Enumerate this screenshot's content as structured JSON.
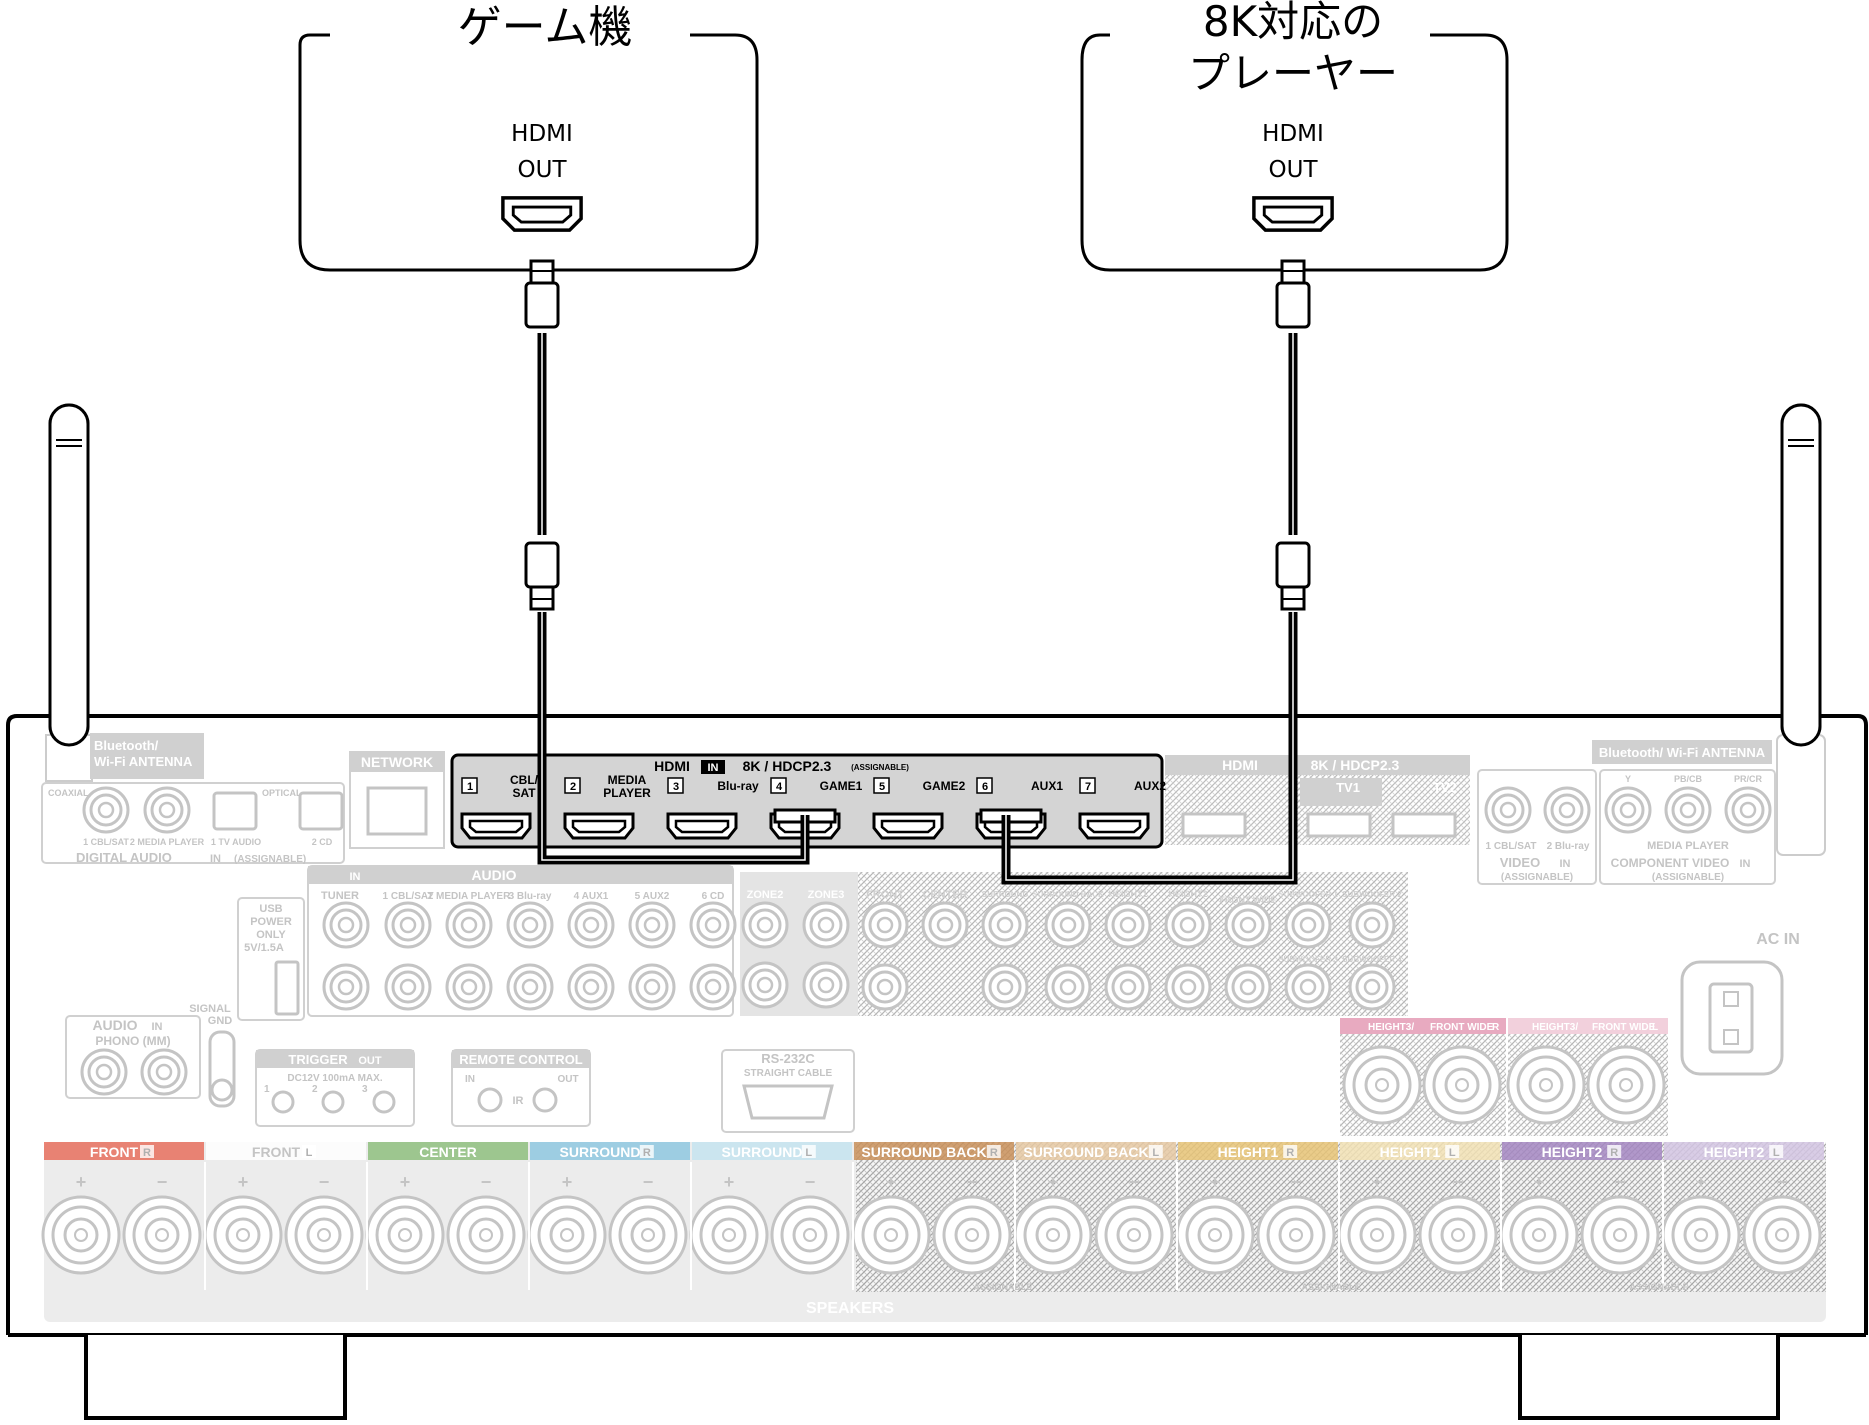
{
  "devices": [
    {
      "title_lines": [
        "ゲーム機"
      ],
      "port_lines": [
        "HDMI",
        "OUT"
      ]
    },
    {
      "title_lines": [
        "8K対応の",
        "プレーヤー"
      ],
      "port_lines": [
        "HDMI",
        "OUT"
      ]
    }
  ],
  "receiver": {
    "hdmi_in": {
      "header": "HDMI",
      "in_badge": "IN",
      "spec": "8K / HDCP2.3",
      "assignable": "(ASSIGNABLE)",
      "ports": [
        {
          "num": "1",
          "label": "CBL/SAT"
        },
        {
          "num": "2",
          "label": "MEDIA PLAYER"
        },
        {
          "num": "3",
          "label": "Blu-ray"
        },
        {
          "num": "4",
          "label": "GAME1"
        },
        {
          "num": "5",
          "label": "GAME2"
        },
        {
          "num": "6",
          "label": "AUX1"
        },
        {
          "num": "7",
          "label": "AUX2"
        }
      ]
    },
    "hdmi_out": {
      "header": "HDMI",
      "spec": "8K / HDCP2.3",
      "tv1": "TV1",
      "tv2": "TV2"
    },
    "antenna_left": [
      "Bluetooth/",
      "Wi-Fi ANTENNA"
    ],
    "antenna_right": "Bluetooth/ Wi-Fi ANTENNA",
    "network": "NETWORK",
    "digital_audio": {
      "title": "DIGITAL AUDIO",
      "badge": "IN",
      "assignable": "(ASSIGNABLE)",
      "coaxial": "COAXIAL",
      "optical": "OPTICAL",
      "ports": [
        "1 CBL/SAT",
        "2 MEDIA PLAYER",
        "1 TV AUDIO",
        "2 CD"
      ]
    },
    "audio_in": {
      "title": "AUDIO",
      "badge": "IN",
      "tuner": "TUNER",
      "ports": [
        "1 CBL/SAT",
        "2 MEDIA PLAYER",
        "3 Blu-ray",
        "4 AUX1",
        "5 AUX2",
        "6 CD"
      ],
      "zones": [
        "ZONE2",
        "ZONE3"
      ]
    },
    "preout": [
      "FRONT",
      "CENTER",
      "SURROUND",
      "SURROUND BACK",
      "HEIGHT1",
      "HEIGHT2",
      "FRONT WIDE",
      "SUBWOOFER 1",
      "SUBWOOFER 2",
      "SUBWOOFER 3",
      "SUBWOOFER 4"
    ],
    "usb": [
      "USB",
      "POWER",
      "ONLY",
      "5V/1.5A"
    ],
    "phono": {
      "title": "AUDIO",
      "badge": "IN",
      "label": "PHONO (MM)",
      "signal_gnd": [
        "SIGNAL",
        "GND"
      ]
    },
    "trigger": {
      "title": "TRIGGER",
      "badge": "OUT",
      "spec": "DC12V 100mA MAX.",
      "nums": [
        "1",
        "2",
        "3"
      ]
    },
    "remote": {
      "title": "REMOTE CONTROL",
      "in": "IN",
      "out": "OUT",
      "ir": "IR"
    },
    "rs232c": {
      "title": "RS-232C",
      "sub": "STRAIGHT CABLE"
    },
    "video": {
      "title": "VIDEO",
      "badge": "IN",
      "assignable": "(ASSIGNABLE)",
      "ports": [
        "1 CBL/SAT",
        "2 Blu-ray"
      ]
    },
    "component": {
      "title": "COMPONENT VIDEO",
      "badge": "IN",
      "assignable": "(ASSIGNABLE)",
      "group": "MEDIA PLAYER",
      "ports": [
        "Y",
        "PB/CB",
        "PR/CR"
      ]
    },
    "ac_in": "AC IN",
    "height3": [
      "HEIGHT3/",
      "FRONT WIDE",
      "R",
      "HEIGHT3/",
      "FRONT WIDE",
      "L"
    ],
    "speakers": {
      "title": "SPEAKERS",
      "assignable": "ASSIGNABLE",
      "groups": [
        {
          "name": "FRONT",
          "side": "R",
          "color": "#e8705e"
        },
        {
          "name": "FRONT",
          "side": "L",
          "color": "#ffffff"
        },
        {
          "name": "CENTER",
          "side": "",
          "color": "#8fbf7f"
        },
        {
          "name": "SURROUND",
          "side": "R",
          "color": "#8fc8e0"
        },
        {
          "name": "SURROUND",
          "side": "L",
          "color": "#c6e4f0"
        },
        {
          "name": "SURROUND BACK",
          "side": "R",
          "color": "#c9915a"
        },
        {
          "name": "SURROUND BACK",
          "side": "L",
          "color": "#e6c9a3"
        },
        {
          "name": "HEIGHT1",
          "side": "R",
          "color": "#e7c477"
        },
        {
          "name": "HEIGHT1",
          "side": "L",
          "color": "#f2e2b5"
        },
        {
          "name": "HEIGHT2",
          "side": "R",
          "color": "#a487c2"
        },
        {
          "name": "HEIGHT2",
          "side": "L",
          "color": "#d4c6e3"
        }
      ]
    }
  }
}
